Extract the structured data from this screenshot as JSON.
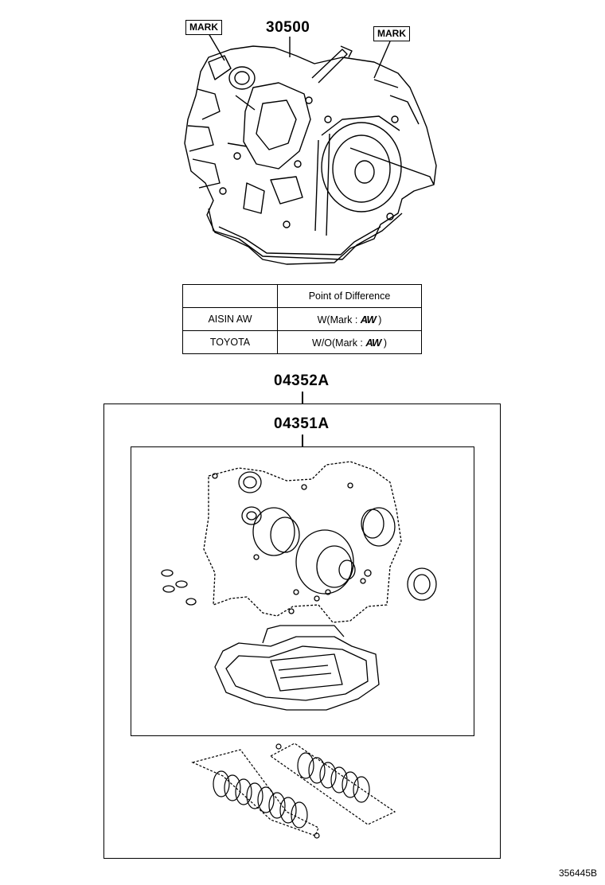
{
  "callouts": {
    "mark_left": "MARK",
    "mark_right": "MARK"
  },
  "part_numbers": {
    "transaxle": "30500",
    "overhaul_kit": "04352A",
    "gasket_kit": "04351A"
  },
  "diff_table": {
    "header": [
      "",
      "Point of Difference"
    ],
    "rows": [
      {
        "maker": "AISIN AW",
        "diff_prefix": "W(Mark : ",
        "logo": "AW",
        "diff_suffix": ")"
      },
      {
        "maker": "TOYOTA",
        "diff_prefix": "W/O(Mark : ",
        "logo": "AW",
        "diff_suffix": ")"
      }
    ]
  },
  "figure_id": "356445B"
}
